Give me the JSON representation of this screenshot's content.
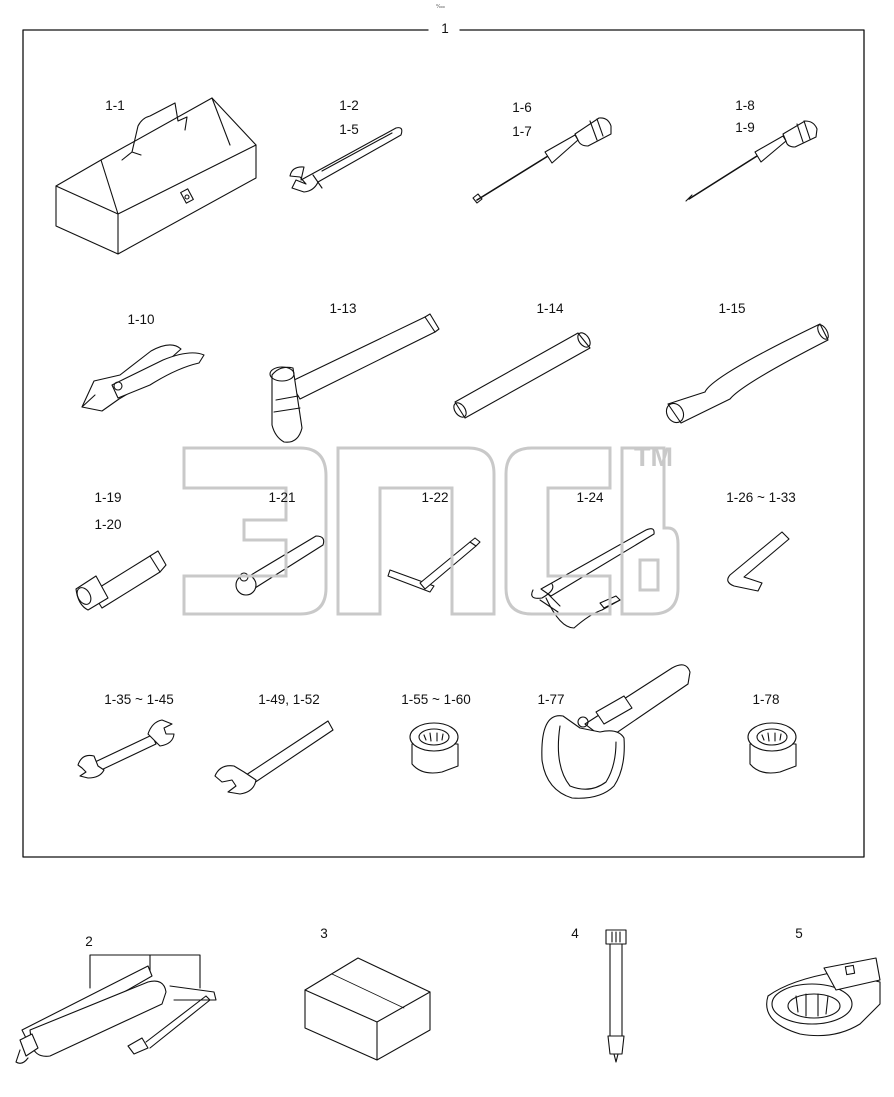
{
  "corner_mark": "⁰⁄₀₀₀",
  "kit": {
    "label": "1"
  },
  "parts": [
    {
      "id": "toolbox",
      "label": "1-1"
    },
    {
      "id": "adj-wrench",
      "label": "1-2"
    },
    {
      "id": "adj-wrench-b",
      "label": "1-5"
    },
    {
      "id": "flat-driver",
      "label": "1-6"
    },
    {
      "id": "flat-driver-b",
      "label": "1-7"
    },
    {
      "id": "cross-driver",
      "label": "1-8"
    },
    {
      "id": "cross-driver-b",
      "label": "1-9"
    },
    {
      "id": "pliers",
      "label": "1-10"
    },
    {
      "id": "hammer",
      "label": "1-13"
    },
    {
      "id": "bar",
      "label": "1-14"
    },
    {
      "id": "pipe",
      "label": "1-15"
    },
    {
      "id": "socket-ext",
      "label": "1-19"
    },
    {
      "id": "socket-ext-b",
      "label": "1-20"
    },
    {
      "id": "ratchet",
      "label": "1-21"
    },
    {
      "id": "t-wrench",
      "label": "1-22"
    },
    {
      "id": "strap-wrench",
      "label": "1-24"
    },
    {
      "id": "hex-key",
      "label": "1-26 ~ 1-33"
    },
    {
      "id": "double-wrench",
      "label": "1-35 ~ 1-45"
    },
    {
      "id": "single-wrench",
      "label": "1-49, 1-52"
    },
    {
      "id": "socket",
      "label": "1-55 ~ 1-60"
    },
    {
      "id": "filter-wrench",
      "label": "1-77"
    },
    {
      "id": "socket-b",
      "label": "1-78"
    },
    {
      "id": "grease-gun",
      "label": "2"
    },
    {
      "id": "box",
      "label": "3"
    },
    {
      "id": "shaft",
      "label": "4"
    },
    {
      "id": "ring-spanner",
      "label": "5"
    }
  ],
  "watermark": {
    "text": "эпсь",
    "mark": "TM",
    "color": "#c9c9c9"
  }
}
